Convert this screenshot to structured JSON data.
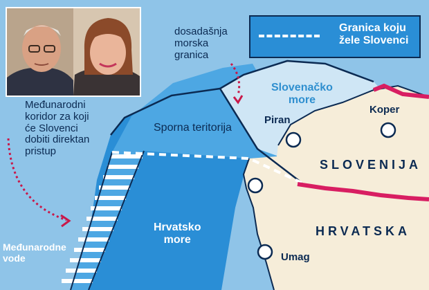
{
  "labels": {
    "current_border": "dosadašnja\nmorska\ngranica",
    "corridor_note": "Međunarodni\nkoridor za koji\nće Slovenci\ndobiti direktan\npristup",
    "disputed": "Sporna teritorija",
    "slovenian_sea": "Slovenačko\nmore",
    "croatian_sea": "Hrvatsko\nmore",
    "international_waters": "Međunarodne\nvode"
  },
  "legend": {
    "text": "Granica koju\nžele Slovenci"
  },
  "cities": {
    "piran": "Piran",
    "koper": "Koper",
    "umag": "Umag"
  },
  "countries": {
    "slovenia": "SLOVENIJA",
    "croatia": "HRVATSKA"
  },
  "colors": {
    "sea": "#8fc4e8",
    "croatian_sea": "#2a8ed6",
    "disputed_zone": "#4da7e3",
    "slovenian_sea": "#cfe6f5",
    "land": "#f6edd9",
    "border": "#d81e62",
    "outline": "#0b2a52",
    "arrow": "#c8194a"
  },
  "icons": [
    "city-marker-icon",
    "dotted-arrow-icon",
    "dashed-line-icon"
  ]
}
